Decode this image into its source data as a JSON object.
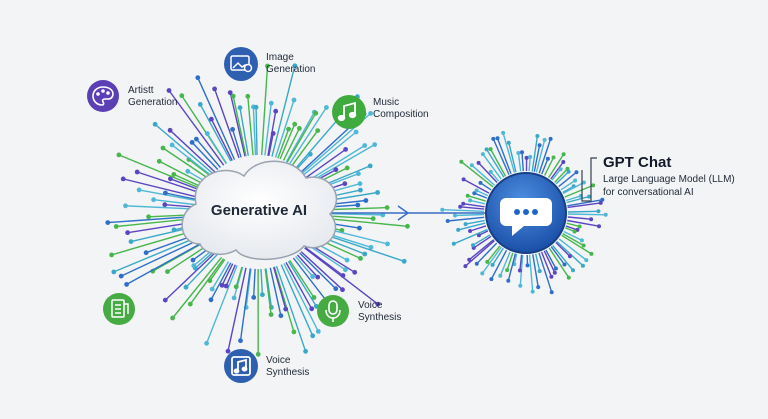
{
  "hub": {
    "label": "Generative AI"
  },
  "nodes": {
    "artist": {
      "line1": "Artistt",
      "line2": "Generation",
      "icon": "palette-icon",
      "color": "#5b3fb5"
    },
    "image": {
      "line1": "Image",
      "line2": "Generation",
      "icon": "image-gear-icon",
      "color": "#2f5fb0"
    },
    "music": {
      "line1": "Music",
      "line2": "Composition",
      "icon": "music-note-icon",
      "color": "#3fab3f"
    },
    "voice_right": {
      "line1": "Voice",
      "line2": "Synthesis",
      "icon": "microphone-icon",
      "color": "#47ab43"
    },
    "voice_bottom": {
      "line1": "Voice",
      "line2": "Synthesis",
      "icon": "music-note-icon",
      "color": "#2f5fb0"
    },
    "doc": {
      "icon": "document-list-icon",
      "color": "#47ab43"
    }
  },
  "gpt": {
    "title": "GPT Chat",
    "desc_line1": "Large Language Model (LLM)",
    "desc_line2": "for conversational AI",
    "icon": "chat-bubble-icon",
    "color": "#1f66c9"
  },
  "colors": {
    "spoke_palette": [
      "#4fb8d6",
      "#5b46c2",
      "#47b64c",
      "#2f6fc8",
      "#3aa8c8"
    ],
    "arrow": "#3b6cc5"
  }
}
